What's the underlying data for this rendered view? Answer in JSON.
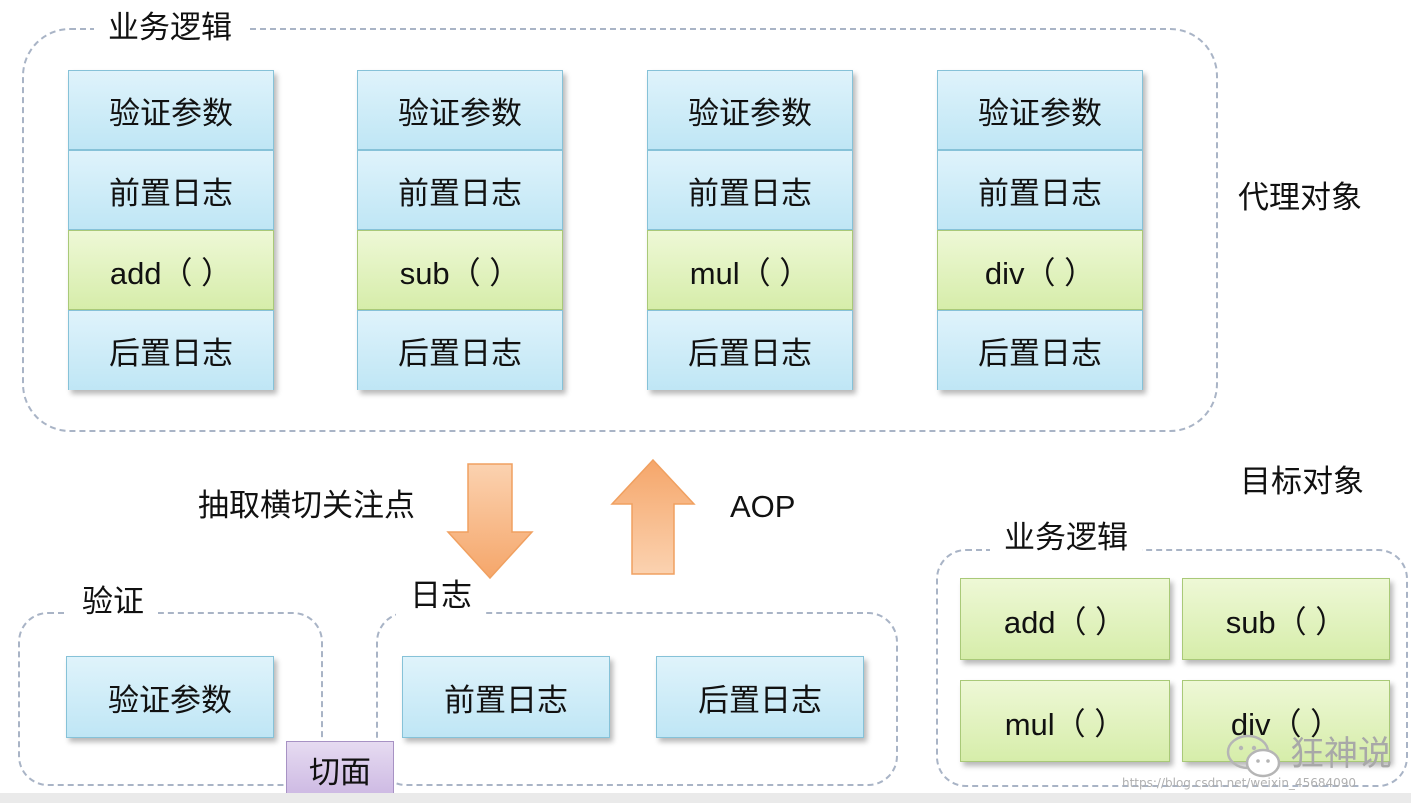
{
  "proxy_group": {
    "title": "业务逻辑",
    "side_label": "代理对象",
    "columns": [
      {
        "rows": [
          "验证参数",
          "前置日志",
          "add（ ）",
          "后置日志"
        ]
      },
      {
        "rows": [
          "验证参数",
          "前置日志",
          "sub（ ）",
          "后置日志"
        ]
      },
      {
        "rows": [
          "验证参数",
          "前置日志",
          "mul（ ）",
          "后置日志"
        ]
      },
      {
        "rows": [
          "验证参数",
          "前置日志",
          "div（ ）",
          "后置日志"
        ]
      }
    ]
  },
  "arrows": {
    "down_label": "抽取横切关注点",
    "up_label": "AOP"
  },
  "target": {
    "side_label": "目标对象",
    "title": "业务逻辑",
    "methods": [
      "add（ ）",
      "sub（ ）",
      "mul（ ）",
      "div（ ）"
    ]
  },
  "validation_group": {
    "title": "验证",
    "item": "验证参数"
  },
  "log_group": {
    "title": "日志",
    "items": [
      "前置日志",
      "后置日志"
    ]
  },
  "aspect_label": "切面",
  "watermark": {
    "brand": "狂神说",
    "url": "https://blog.csdn.net/weixin_45684090"
  },
  "colors": {
    "blue_cell": "#c8eaf7",
    "green_cell": "#dcefb5",
    "aspect": "#d7c8e8",
    "arrow": "#f7b27a",
    "dashed_border": "#a9b4c6"
  }
}
